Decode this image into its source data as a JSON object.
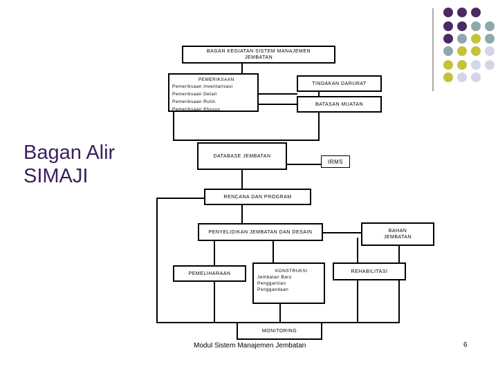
{
  "slide": {
    "title_line1": "Bagan Alir",
    "title_line2": "SIMAJI",
    "footer": "Modul Sistem Manajemen Jembatan",
    "page_number": "6"
  },
  "colors": {
    "purple": "#4b2a63",
    "teal": "#8ea8ac",
    "olive": "#c5c23a",
    "lavender": "#d6d4e8"
  },
  "diagram": {
    "header_line1": "BAGAN KEGIATAN SISTEM MANAJEMEN",
    "header_line2": "JEMBATAN",
    "inspection_title": "PEMERIKSAAN",
    "inspection_items": [
      "Pemeriksaan Inventarisasi",
      "Pemeriksaan Detail",
      "Pemeriksaan Rutin",
      "Pemeriksaan Khusus"
    ],
    "emergency": "TINDAKAN DARURAT",
    "load_limit": "BATASAN MUATAN",
    "database": "DATABASE JEMBATAN",
    "irms": "IRMS",
    "planning": "RENCANA DAN PROGRAM",
    "investigation": "PENYELIDIKAN JEMBATAN DAN DESAIN",
    "bridge_material_line1": "BAHAN",
    "bridge_material_line2": "JEMBATAN",
    "maintenance": "PEMELIHARAAN",
    "construction_title": "KONSTRUKSI",
    "construction_items": [
      "Jembatan Baru",
      "Penggantian",
      "Penggandaan"
    ],
    "rehabilitation": "REHABILITASI",
    "monitoring": "MONITORING"
  }
}
